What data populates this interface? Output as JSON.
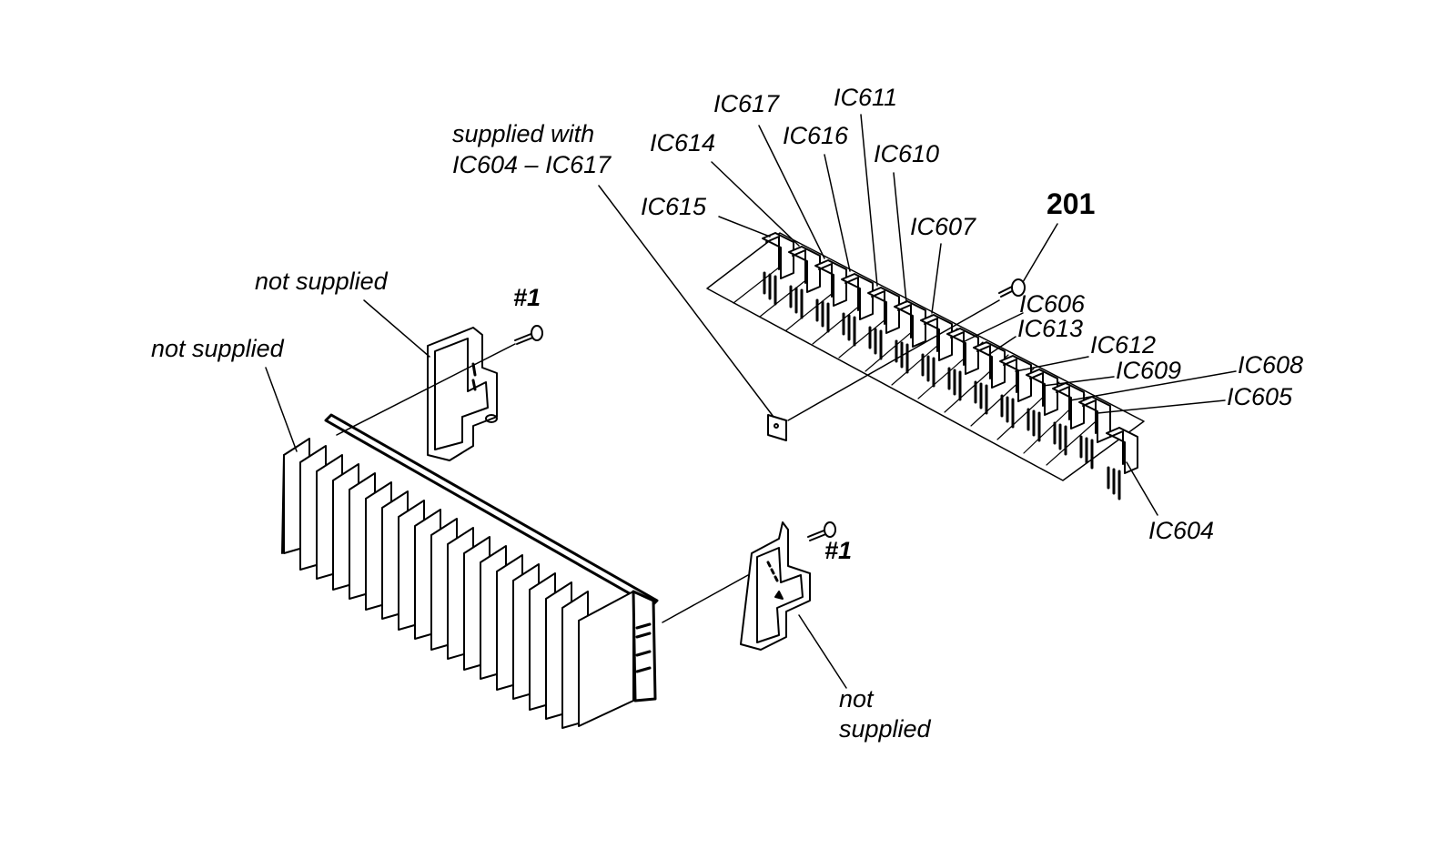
{
  "labels": {
    "supplied_with_1": "supplied with",
    "supplied_with_2": "IC604 – IC617",
    "ref_201": "201",
    "not_supplied_top": "not supplied",
    "not_supplied_left": "not supplied",
    "not_supplied_bottom_1": "not",
    "not_supplied_bottom_2": "supplied",
    "screw_top": "#1",
    "screw_bottom": "#1",
    "ic617": "IC617",
    "ic611": "IC611",
    "ic616": "IC616",
    "ic614": "IC614",
    "ic610": "IC610",
    "ic615": "IC615",
    "ic607": "IC607",
    "ic606": "IC606",
    "ic613": "IC613",
    "ic612": "IC612",
    "ic609": "IC609",
    "ic608": "IC608",
    "ic605": "IC605",
    "ic604": "IC604"
  },
  "colors": {
    "ink": "#000000",
    "paper": "#ffffff"
  }
}
